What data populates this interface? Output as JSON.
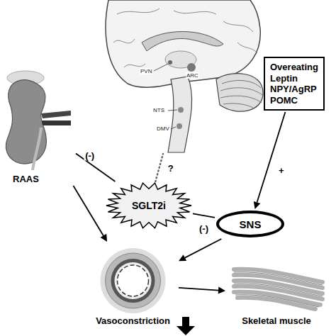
{
  "diagram": {
    "nodes": [
      {
        "text": [
          "PVN",
          "ARC",
          "NTS",
          "DMV"
        ]
      },
      {
        "text": [
          "Overeating Leptin NPY/AgRP POMC"
        ]
      },
      {
        "text": [
          "RAAS"
        ]
      },
      {
        "text": [
          "SGLT2i"
        ]
      },
      {
        "text": [
          "SNS"
        ]
      },
      {
        "text": [
          "Vasoconstriction"
        ]
      },
      {
        "text": [
          "Skeletal muscle"
        ]
      }
    ],
    "edges": [
      {
        "from": 2,
        "to": 3,
        "label": "(-)",
        "arrow": "none"
      },
      {
        "from": 3,
        "to": 4,
        "label": "(-)",
        "arrow": "none"
      },
      {
        "from": 3,
        "to": 0,
        "label": "?",
        "arrow": "none"
      },
      {
        "from": 1,
        "to": 4,
        "label": "+",
        "arrow": "to"
      },
      {
        "from": 2,
        "to": 5,
        "arrow": "to"
      },
      {
        "from": 4,
        "to": 5,
        "arrow": "to"
      },
      {
        "from": 5,
        "to": 6,
        "arrow": "to"
      }
    ]
  }
}
